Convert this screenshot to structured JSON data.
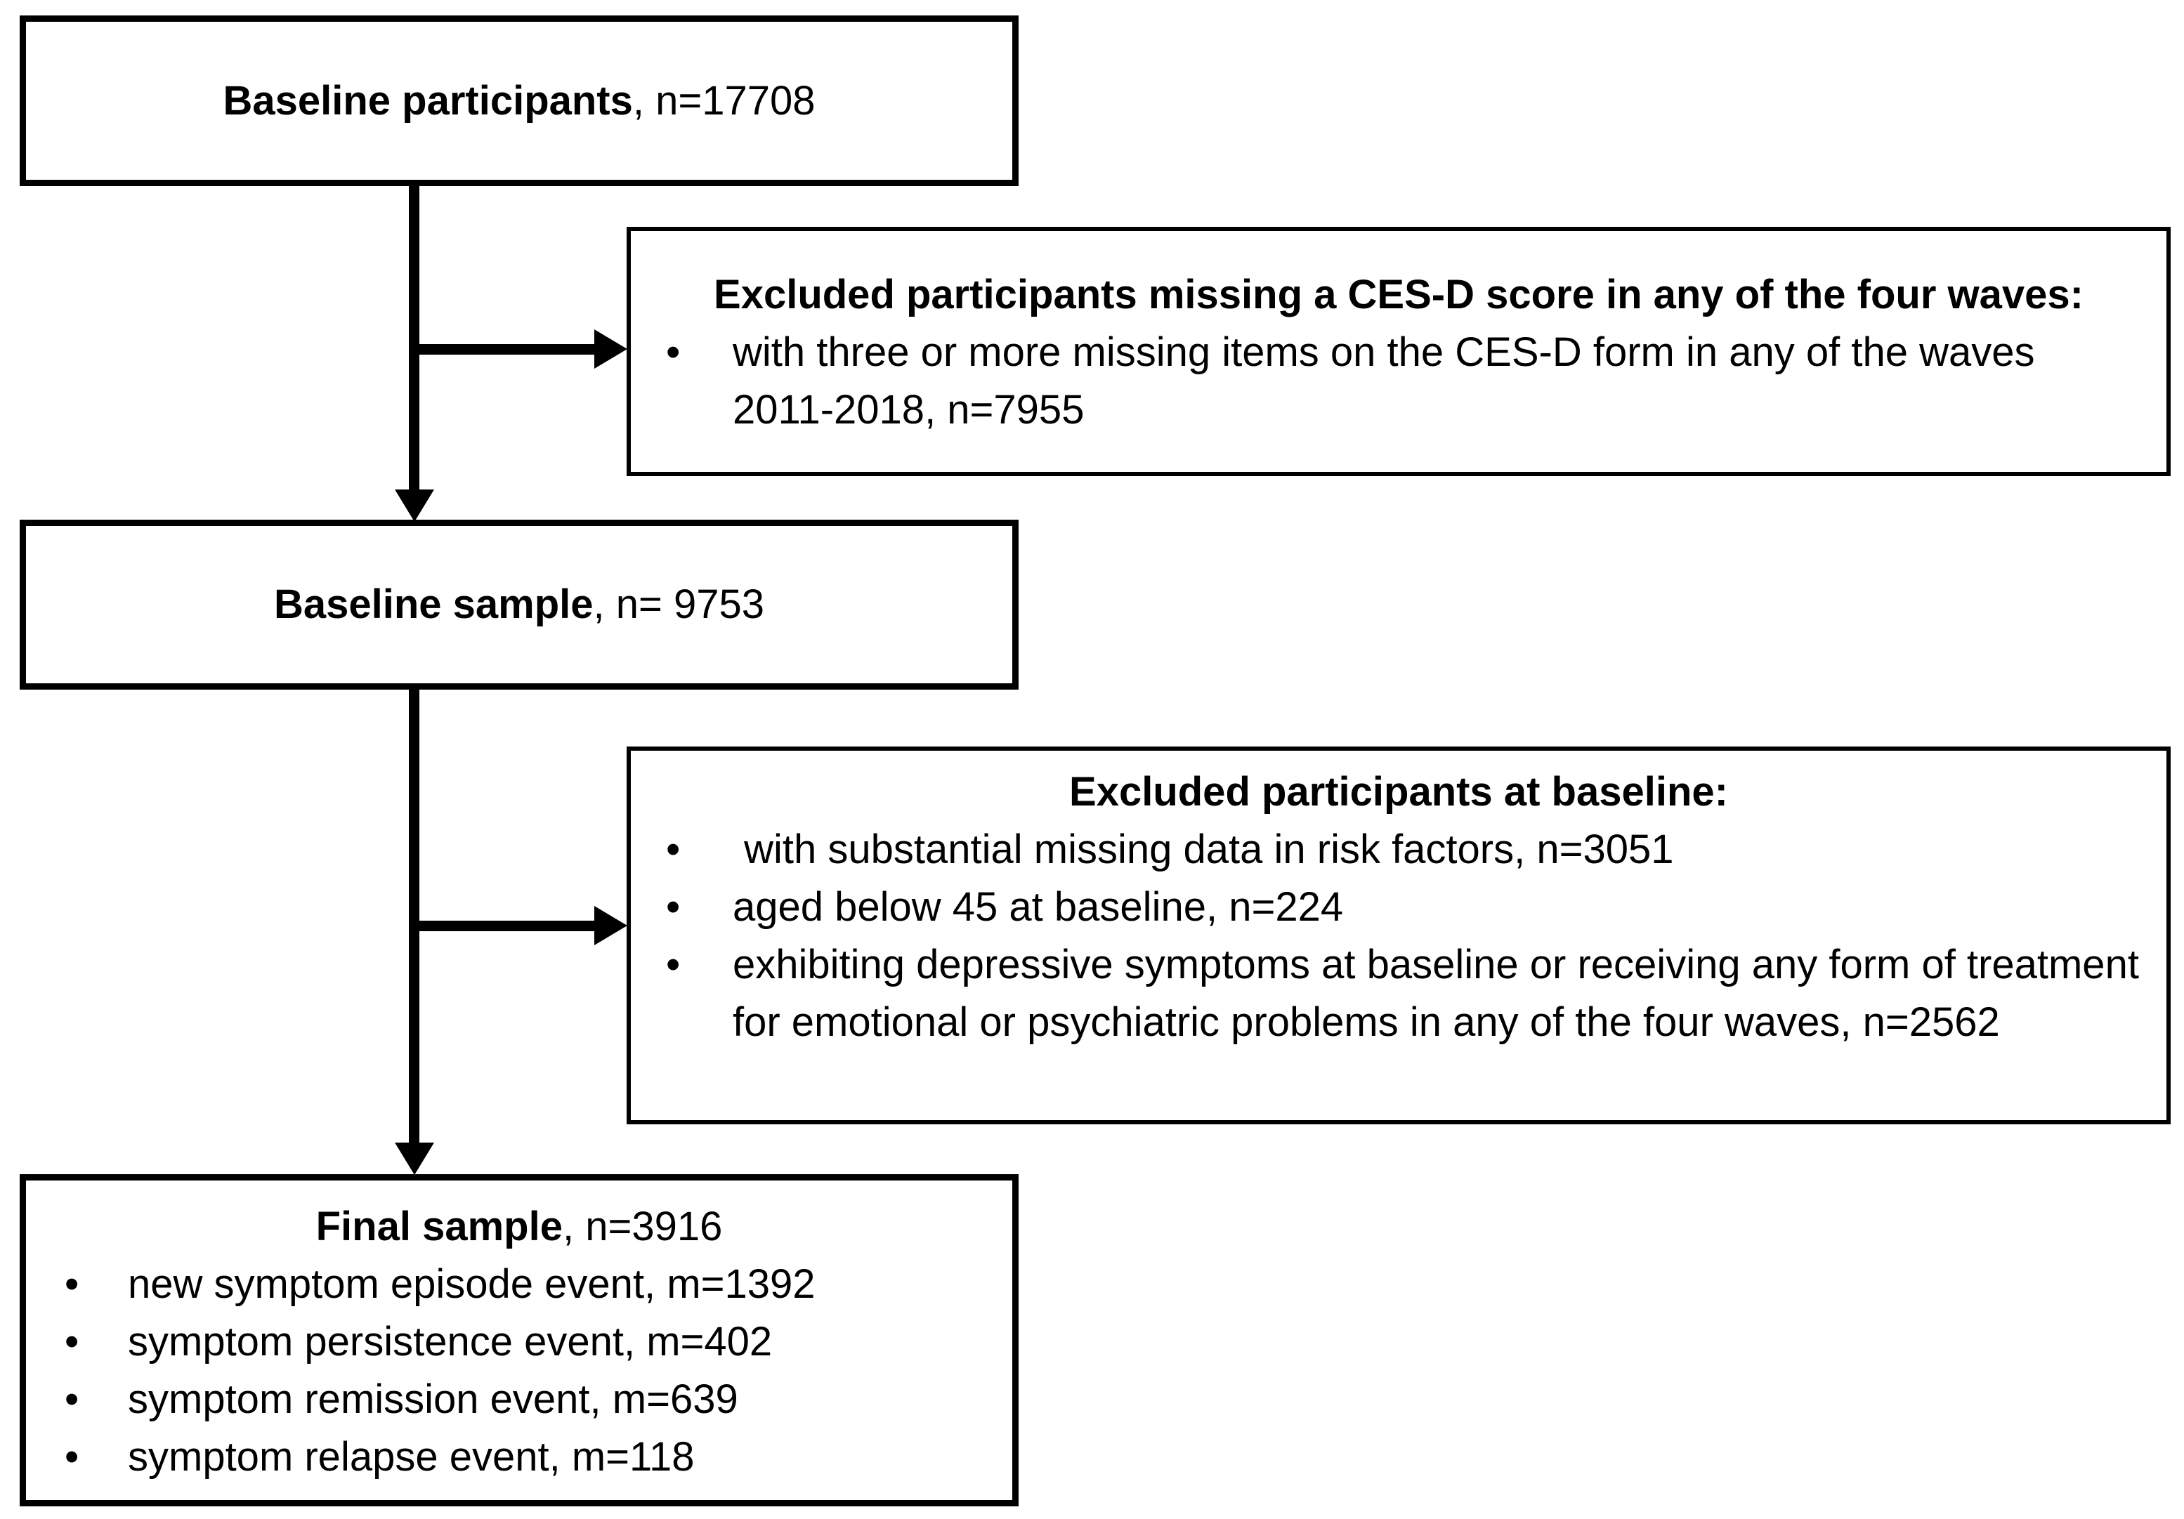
{
  "flowchart": {
    "bullet_marker": "•",
    "colors": {
      "line": "#000000",
      "text": "#000000",
      "background": "#ffffff"
    },
    "boxes": {
      "baseline_participants": {
        "label_bold": "Baseline participants",
        "label_suffix": ", n=17708"
      },
      "excluded_cesd": {
        "heading": "Excluded participants missing a CES-D score in any of the four waves:",
        "bullets": [
          "with three or more missing items on the CES-D form in any of the waves 2011-2018, n=7955"
        ]
      },
      "baseline_sample": {
        "label_bold": "Baseline sample",
        "label_suffix": ", n= 9753"
      },
      "excluded_baseline": {
        "heading": "Excluded participants at baseline:",
        "bullets": [
          " with substantial missing data in risk factors, n=3051",
          "aged below 45 at baseline, n=224",
          "exhibiting depressive symptoms at baseline or receiving any form of treatment for emotional or psychiatric problems in any of the four waves, n=2562"
        ]
      },
      "final_sample": {
        "label_bold": "Final sample",
        "label_suffix": ", n=3916",
        "bullets": [
          "new symptom episode event, m=1392",
          "symptom persistence event, m=402",
          "symptom remission event, m=639",
          "symptom relapse event, m=118"
        ]
      }
    }
  }
}
